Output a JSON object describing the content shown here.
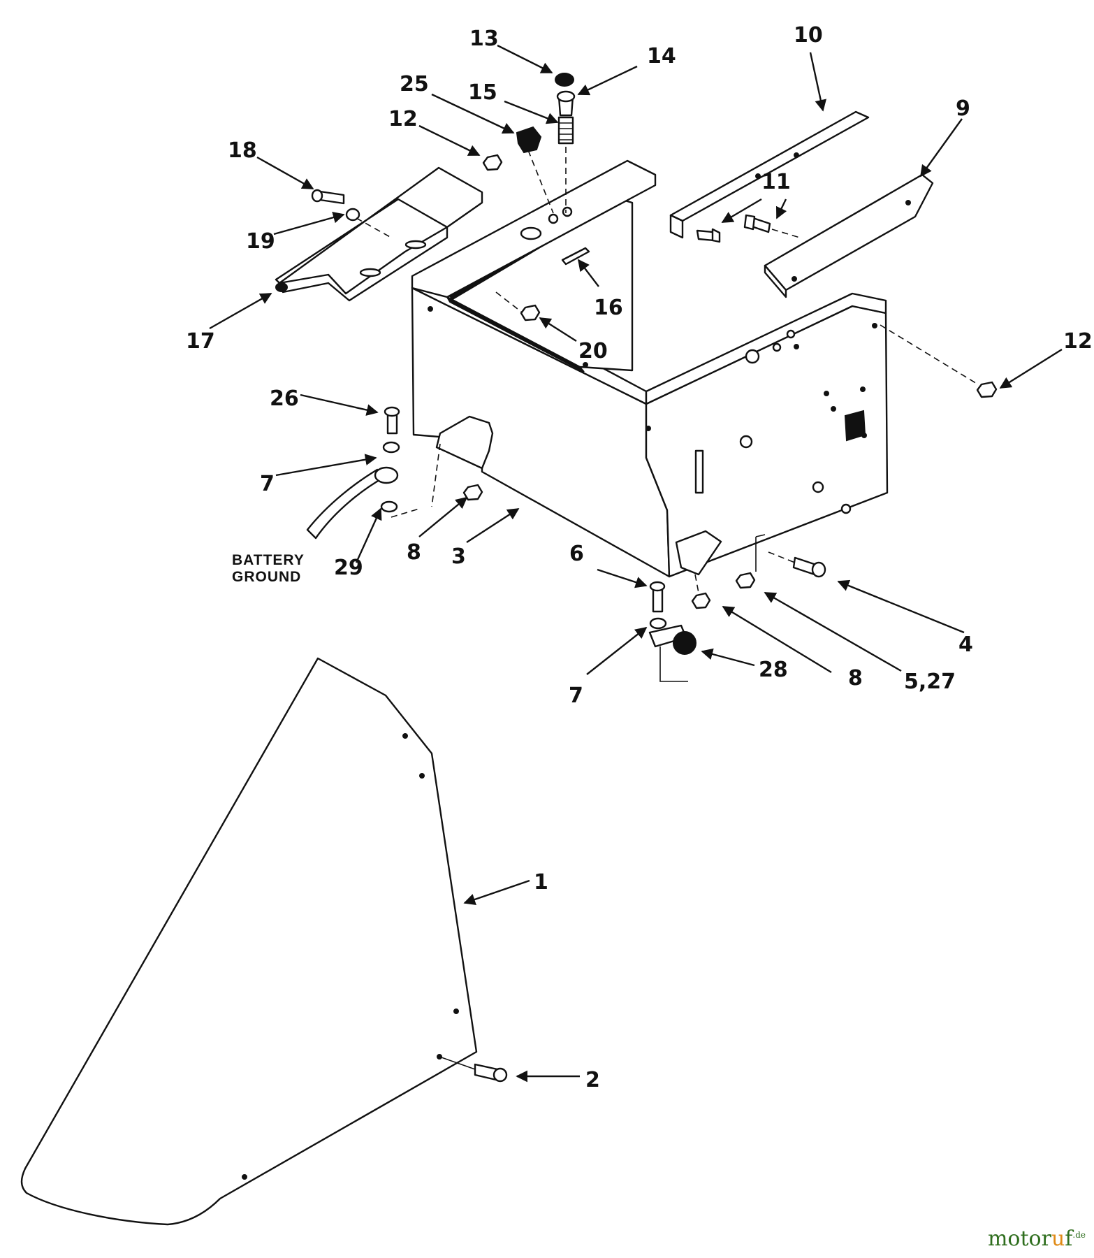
{
  "callouts": [
    {
      "id": "c13",
      "label": "13"
    },
    {
      "id": "c14",
      "label": "14"
    },
    {
      "id": "c10",
      "label": "10"
    },
    {
      "id": "c25",
      "label": "25"
    },
    {
      "id": "c15",
      "label": "15"
    },
    {
      "id": "c9",
      "label": "9"
    },
    {
      "id": "c12a",
      "label": "12"
    },
    {
      "id": "c18",
      "label": "18"
    },
    {
      "id": "c11",
      "label": "11"
    },
    {
      "id": "c19",
      "label": "19"
    },
    {
      "id": "c16",
      "label": "16"
    },
    {
      "id": "c17",
      "label": "17"
    },
    {
      "id": "c20",
      "label": "20"
    },
    {
      "id": "c12b",
      "label": "12"
    },
    {
      "id": "c26",
      "label": "26"
    },
    {
      "id": "c7a",
      "label": "7"
    },
    {
      "id": "c8a",
      "label": "8"
    },
    {
      "id": "c3",
      "label": "3"
    },
    {
      "id": "c29",
      "label": "29"
    },
    {
      "id": "c6",
      "label": "6"
    },
    {
      "id": "c4",
      "label": "4"
    },
    {
      "id": "c28",
      "label": "28"
    },
    {
      "id": "c8b",
      "label": "8"
    },
    {
      "id": "c527",
      "label": "5,27"
    },
    {
      "id": "c7b",
      "label": "7"
    },
    {
      "id": "c1",
      "label": "1"
    },
    {
      "id": "c2",
      "label": "2"
    }
  ],
  "battery_ground": {
    "line1": "BATTERY",
    "line2": "GROUND"
  },
  "watermark": {
    "part1": "motor",
    "accent": "u",
    "part2": "f",
    "suffix": ".de"
  }
}
